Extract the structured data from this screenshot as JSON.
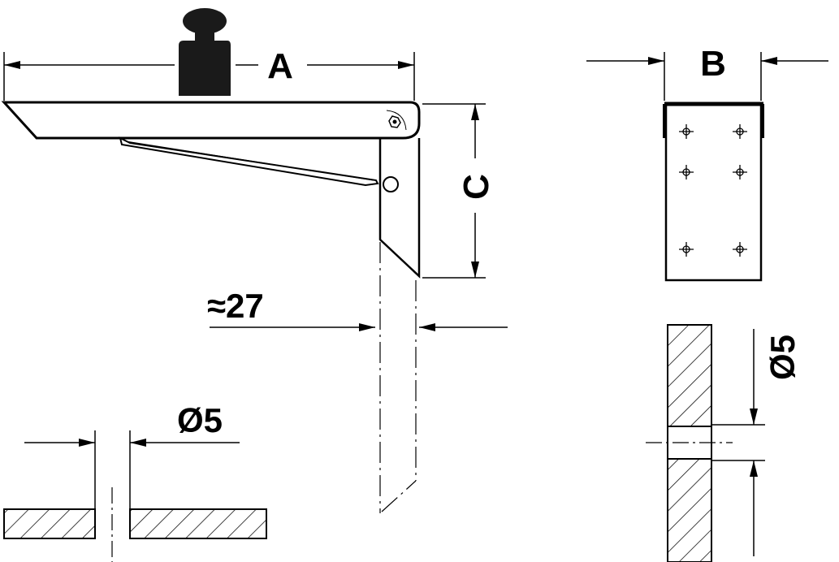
{
  "labels": {
    "dim_a": "A",
    "dim_b": "B",
    "dim_c": "C",
    "dim_offset": "≈27",
    "hole_diameter_horizontal": "Ø5",
    "hole_diameter_vertical": "Ø5"
  },
  "colors": {
    "ink": "#000000",
    "background": "#ffffff"
  }
}
